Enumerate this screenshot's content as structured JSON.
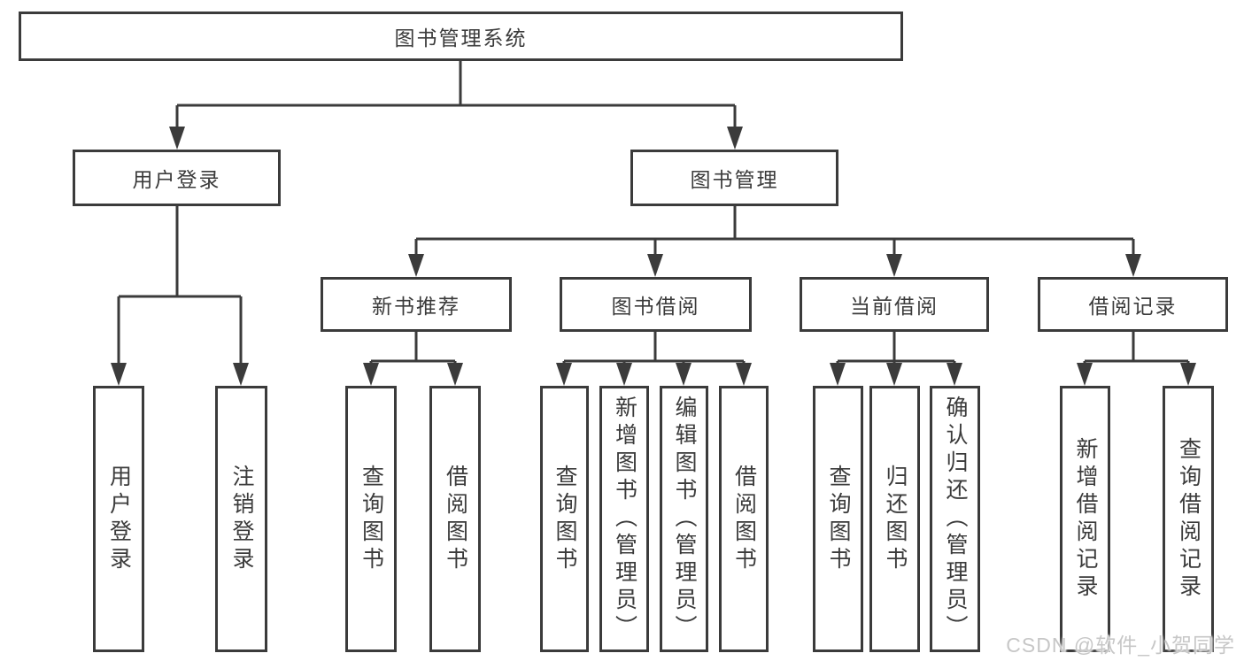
{
  "colors": {
    "line": "#3b3b3b",
    "text": "#3b3b3b",
    "background": "#ffffff",
    "watermark": "#c7c7c7"
  },
  "watermark": "CSDN @软件_小贺同学",
  "nodes": {
    "root": {
      "label": "图书管理系统"
    },
    "level2": [
      {
        "label": "用户登录"
      },
      {
        "label": "图书管理"
      }
    ],
    "level3": [
      {
        "label": "新书推荐"
      },
      {
        "label": "图书借阅"
      },
      {
        "label": "当前借阅"
      },
      {
        "label": "借阅记录"
      }
    ],
    "leaves": [
      {
        "label": "用户登录"
      },
      {
        "label": "注销登录"
      },
      {
        "label": "查询图书"
      },
      {
        "label": "借阅图书"
      },
      {
        "label": "查询图书"
      },
      {
        "label": "新增图书（管理员）"
      },
      {
        "label": "编辑图书（管理员）"
      },
      {
        "label": "借阅图书"
      },
      {
        "label": "查询图书"
      },
      {
        "label": "归还图书"
      },
      {
        "label": "确认归还（管理员）"
      },
      {
        "label": "新增借阅记录"
      },
      {
        "label": "查询借阅记录"
      }
    ]
  }
}
